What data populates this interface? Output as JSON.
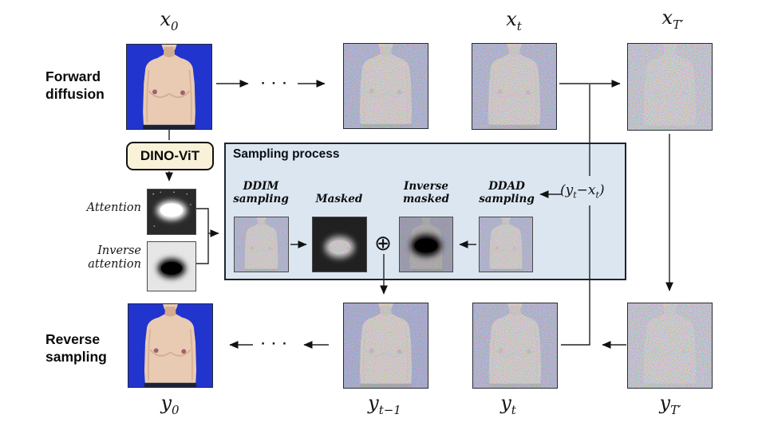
{
  "colors": {
    "photo_bg": "#2134cd",
    "skin": "#e8cbb2",
    "skin_shade": "#d3ab8e",
    "nipple": "#a05f70",
    "box_fill": "#dbe6f1",
    "box_border": "#1e242d",
    "dino_fill": "#f9f2d9",
    "line": "#1c1c1c"
  },
  "side_labels": {
    "forward_line1": "Forward",
    "forward_line2": "diffusion",
    "reverse_line1": "Reverse",
    "reverse_line2": "sampling"
  },
  "node_labels": {
    "x0": {
      "base": "x",
      "sub": "0"
    },
    "xt": {
      "base": "x",
      "sub": "t"
    },
    "xT": {
      "base": "x",
      "sub": "T′"
    },
    "y0": {
      "base": "y",
      "sub": "0"
    },
    "yt1": {
      "base": "y",
      "sub": "t−1"
    },
    "yt": {
      "base": "y",
      "sub": "t"
    },
    "yT": {
      "base": "y",
      "sub": "T′"
    }
  },
  "dino_box": {
    "label": "DINO-ViT"
  },
  "attention_maps": {
    "attention_label": "Attention",
    "inverse_line1": "Inverse",
    "inverse_line2": "attention"
  },
  "sampling_box": {
    "title": "Sampling process",
    "ddim_line1": "DDIM",
    "ddim_line2": "sampling",
    "masked_label": "Masked",
    "inverse_line1": "Inverse",
    "inverse_line2": "masked",
    "ddad_line1": "DDAD",
    "ddad_line2": "sampling",
    "diff_expr": {
      "open": "(",
      "a": "y",
      "a_sub": "t",
      "op": "−",
      "b": "x",
      "b_sub": "t",
      "close": ")"
    }
  },
  "misc": {
    "dots_top": "∙ ∙ ∙",
    "dots_bottom": "∙ ∙ ∙",
    "oplus": "⊕"
  }
}
